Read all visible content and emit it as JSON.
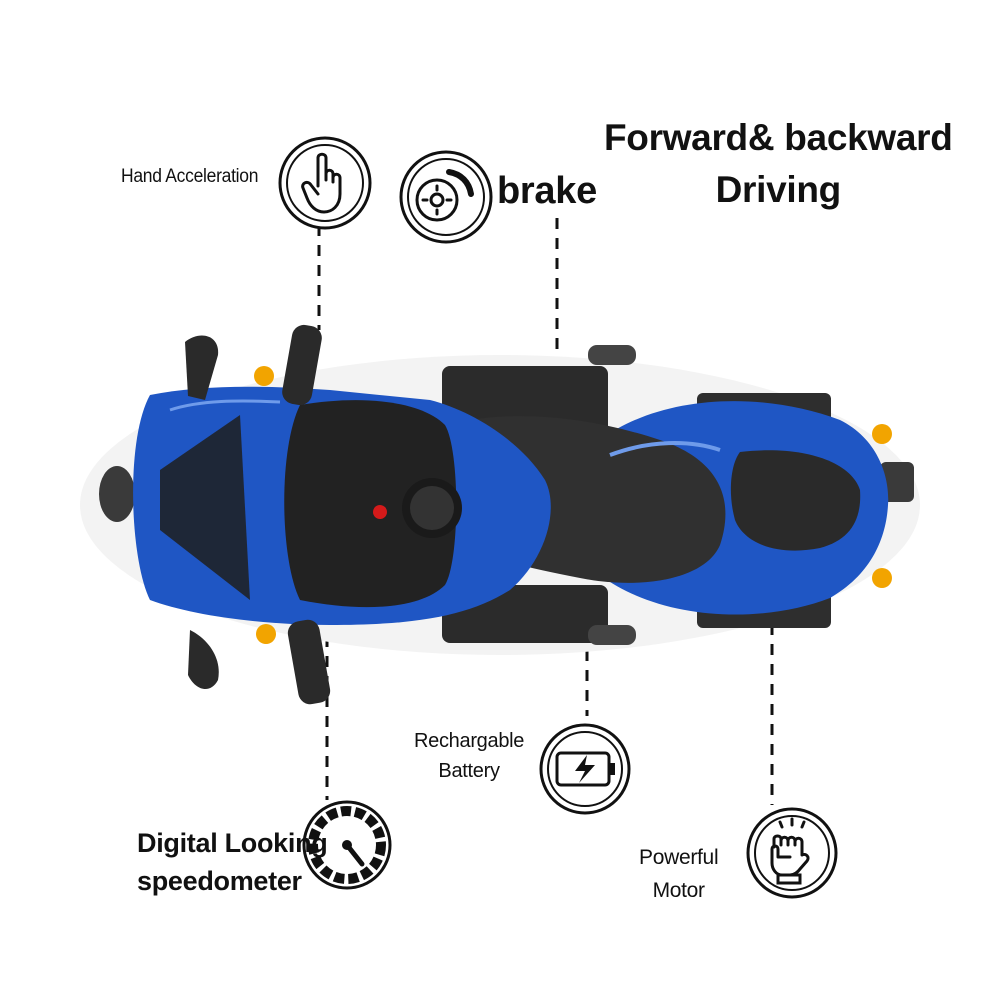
{
  "features": {
    "hand_acceleration": "Hand Acceleration",
    "brake": "brake",
    "forward_backward_line1": "Forward& backward",
    "forward_backward_line2": "Driving",
    "battery_line1": "Rechargable",
    "battery_line2": "Battery",
    "speedometer_line1": "Digital Looking",
    "speedometer_line2": "speedometer",
    "motor_line1": "Powerful",
    "motor_line2": "Motor"
  },
  "icons": {
    "hand": "pointing-hand-icon",
    "brake": "disc-brake-icon",
    "battery": "battery-charging-icon",
    "speedometer": "speedometer-icon",
    "motor": "fist-power-icon"
  },
  "colors": {
    "bike_body": "#1f56c4",
    "seat": "#2c2c2c",
    "indicator": "#f2a400",
    "text": "#111111"
  }
}
